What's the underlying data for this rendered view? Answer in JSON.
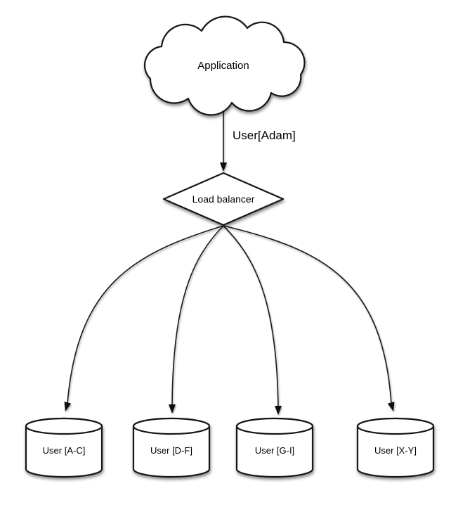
{
  "canvas": {
    "background": "#ffffff",
    "stroke_color": "#161616",
    "shape_fill": "#ffffff",
    "shadow_color": "rgba(0,0,0,0.45)"
  },
  "nodes": {
    "application": {
      "label": "Application",
      "shape": "cloud"
    },
    "load_balancer": {
      "label": "Load balancer",
      "shape": "diamond"
    },
    "shards": [
      {
        "label": "User [A-C]",
        "shape": "cylinder"
      },
      {
        "label": "User [D-F]",
        "shape": "cylinder"
      },
      {
        "label": "User [G-I]",
        "shape": "cylinder"
      },
      {
        "label": "User [X-Y]",
        "shape": "cylinder"
      }
    ]
  },
  "edges": [
    {
      "from": "application",
      "to": "load_balancer",
      "label": "User[Adam]",
      "style": "straight-arrow"
    },
    {
      "from": "load_balancer",
      "to": "shard-a-c",
      "label": "",
      "style": "curved-arrow"
    },
    {
      "from": "load_balancer",
      "to": "shard-d-f",
      "label": "",
      "style": "curved-arrow"
    },
    {
      "from": "load_balancer",
      "to": "shard-g-i",
      "label": "",
      "style": "curved-arrow"
    },
    {
      "from": "load_balancer",
      "to": "shard-x-y",
      "label": "",
      "style": "curved-arrow"
    }
  ]
}
